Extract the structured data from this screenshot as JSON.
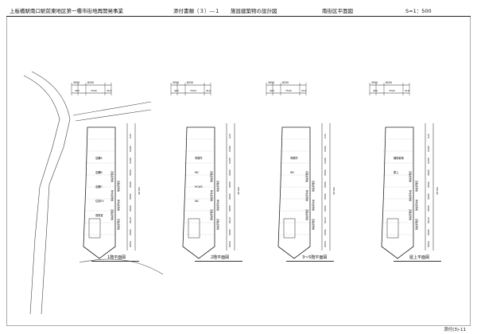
{
  "header": {
    "project": "上板橋駅南口駅前東地区第一種市街地再開発事業",
    "doc_ref": "添付書類（３）―１",
    "doc_title": "施設建築物の設計図",
    "sheet_title": "南街区平面図",
    "scale": "S=1：500"
  },
  "footer": {
    "page": "添付(3)-11"
  },
  "plans": [
    {
      "caption": "1階平面図",
      "dims_top": [
        "3050",
        "8250"
      ],
      "dims_sub": [
        "420",
        "7520",
        "310"
      ],
      "rooms": [
        "店舗A",
        "店舗B",
        "店舗C",
        "住宅EV",
        "風除室"
      ],
      "road_labels": [
        "道路境界線",
        "道路境界線",
        "隣地境界線",
        "隣地境界線",
        "道路境界線",
        "道路境界線"
      ],
      "side_dims": [
        "370",
        "3950",
        "4050",
        "3000",
        "3000",
        "3000",
        "3000",
        "2700",
        "3000",
        "5600"
      ],
      "total": "30100"
    },
    {
      "caption": "2階平面図",
      "dims_top": [
        "3050",
        "8250"
      ],
      "dims_sub": [
        "420",
        "7520",
        "310"
      ],
      "rooms": [
        "事務所",
        "WC",
        "HCWC",
        "WC"
      ],
      "road_labels": [
        "道路境界線",
        "道路境界線",
        "隣地境界線",
        "隣地境界線",
        "道路境界線",
        "道路境界線"
      ],
      "side_dims": [
        "370",
        "3950",
        "4050",
        "3000",
        "3000",
        "3000",
        "3000",
        "2700",
        "3000",
        "5600"
      ],
      "total": "30100"
    },
    {
      "caption": "3～5階平面図",
      "dims_top": [
        "3050",
        "8250"
      ],
      "dims_sub": [
        "420",
        "7520",
        "310"
      ],
      "rooms": [
        "事務所",
        "WC"
      ],
      "road_labels": [
        "道路境界線",
        "道路境界線",
        "隣地境界線",
        "隣地境界線",
        "道路境界線",
        "道路境界線"
      ],
      "side_dims": [
        "370",
        "3950",
        "4050",
        "3000",
        "3000",
        "3000",
        "3000",
        "2700",
        "3000",
        "5600"
      ],
      "total": "30100"
    },
    {
      "caption": "屋上平面図",
      "dims_top": [
        "3050",
        "8250"
      ],
      "dims_sub": [
        "420",
        "7520",
        "310"
      ],
      "rooms": [
        "機械置場",
        "屋上"
      ],
      "road_labels": [
        "道路境界線",
        "道路境界線",
        "隣地境界線",
        "隣地境界線",
        "道路境界線",
        "道路境界線"
      ],
      "side_dims": [
        "370",
        "3950",
        "4050",
        "3000",
        "3000",
        "3000",
        "3000",
        "2700",
        "3000",
        "5600"
      ],
      "total": "30100"
    }
  ],
  "colors": {
    "line": "#222222",
    "grid": "#666666",
    "frame": "#aaaaaa"
  }
}
